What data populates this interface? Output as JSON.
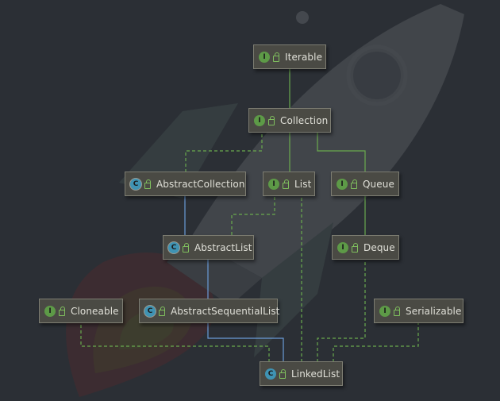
{
  "colors": {
    "background": "#2b2f35",
    "node_fill": "#4a4a44",
    "node_border": "#7d7d72",
    "interface_badge": "#5d9a47",
    "class_badge": "#3f93b3",
    "extends_edge": "#6a9bd8",
    "implements_edge": "#6aaa4e"
  },
  "icons": {
    "interface": "I",
    "class": "C",
    "abstract_class": "C",
    "visibility": "lock-icon"
  },
  "nodes": {
    "iterable": {
      "label": "Iterable",
      "kind": "interface"
    },
    "collection": {
      "label": "Collection",
      "kind": "interface"
    },
    "abstract_collection": {
      "label": "AbstractCollection",
      "kind": "abstract_class"
    },
    "list": {
      "label": "List",
      "kind": "interface"
    },
    "queue": {
      "label": "Queue",
      "kind": "interface"
    },
    "abstract_list": {
      "label": "AbstractList",
      "kind": "abstract_class"
    },
    "deque": {
      "label": "Deque",
      "kind": "interface"
    },
    "cloneable": {
      "label": "Cloneable",
      "kind": "interface"
    },
    "abstract_sequential_list": {
      "label": "AbstractSequentialList",
      "kind": "abstract_class"
    },
    "serializable": {
      "label": "Serializable",
      "kind": "interface"
    },
    "linked_list": {
      "label": "LinkedList",
      "kind": "class"
    }
  },
  "edges": [
    {
      "from": "Collection",
      "to": "Iterable",
      "type": "extends-interface"
    },
    {
      "from": "AbstractCollection",
      "to": "Collection",
      "type": "implements"
    },
    {
      "from": "List",
      "to": "Collection",
      "type": "extends-interface"
    },
    {
      "from": "Queue",
      "to": "Collection",
      "type": "extends-interface"
    },
    {
      "from": "AbstractList",
      "to": "AbstractCollection",
      "type": "extends"
    },
    {
      "from": "AbstractList",
      "to": "List",
      "type": "implements"
    },
    {
      "from": "Deque",
      "to": "Queue",
      "type": "extends-interface"
    },
    {
      "from": "AbstractSequentialList",
      "to": "AbstractList",
      "type": "extends"
    },
    {
      "from": "LinkedList",
      "to": "AbstractSequentialList",
      "type": "extends"
    },
    {
      "from": "LinkedList",
      "to": "Cloneable",
      "type": "implements"
    },
    {
      "from": "LinkedList",
      "to": "List",
      "type": "implements"
    },
    {
      "from": "LinkedList",
      "to": "Deque",
      "type": "implements"
    },
    {
      "from": "LinkedList",
      "to": "Serializable",
      "type": "implements"
    }
  ]
}
